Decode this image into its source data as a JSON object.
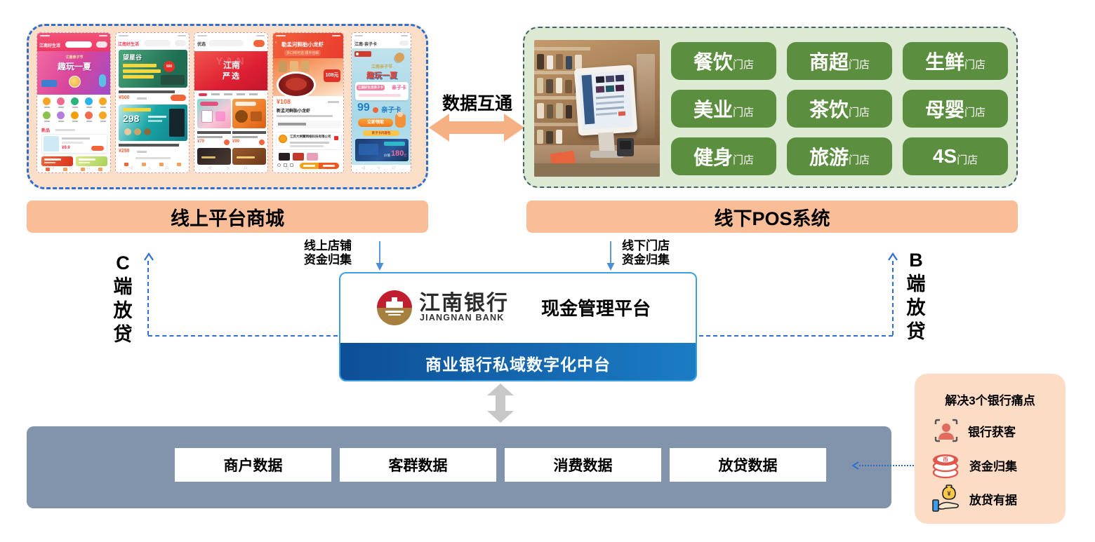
{
  "colors": {
    "peach_panel": "#fbdfc9",
    "peach_banner": "#f9be97",
    "green_panel": "#dcead3",
    "green_button": "#5b8e3e",
    "blue_dash": "#2e6fd0",
    "center_border": "#3ba0e0",
    "blue_bar_left": "#0d4f97",
    "blue_bar_right": "#1b7cc4",
    "gray_layer": "#8294ac",
    "orange_arrow": "#f5b183",
    "gray_arrow": "#c8c8c8",
    "pain_panel": "#fcdcc5"
  },
  "online": {
    "title": "线上平台商城",
    "phones": [
      {
        "app": "江南好生活",
        "hero_tag": "江南亲子节",
        "hero": "趣玩一夏",
        "section": "新品",
        "price": "¥9.9"
      },
      {
        "app": "江南好生活",
        "banner": "望星谷",
        "badge": "500",
        "price1": "¥500",
        "big": "298",
        "price2": "¥298"
      },
      {
        "tab": "优选",
        "hero1": "江南",
        "hero2": "严选",
        "price1": "¥79",
        "price2": "¥99"
      },
      {
        "title": "勒孟河鲜胎小龙虾",
        "sub": "多口味可选 顺丰包邮",
        "badge": "108元",
        "price": "¥108",
        "name": "新孟河鲜胎小龙虾",
        "company": "江苏大闸蟹网络科技有限公司"
      },
      {
        "nav": "江南·亲子卡",
        "tag": "江南亲子节",
        "hero": "趣玩一夏",
        "card": "江南好生活亲子卡",
        "price": "99",
        "name": "亲子卡",
        "cta": "立即领取",
        "pill": "亲子卡内容包",
        "value_pre": "价值",
        "value": "180",
        "value_suf": "元"
      }
    ]
  },
  "link": {
    "label": "数据互通"
  },
  "offline": {
    "title": "线下POS系统",
    "stores": [
      {
        "name": "餐饮",
        "suffix": "门店"
      },
      {
        "name": "商超",
        "suffix": "门店"
      },
      {
        "name": "生鲜",
        "suffix": "门店"
      },
      {
        "name": "美业",
        "suffix": "门店"
      },
      {
        "name": "茶饮",
        "suffix": "门店"
      },
      {
        "name": "母婴",
        "suffix": "门店"
      },
      {
        "name": "健身",
        "suffix": "门店"
      },
      {
        "name": "旅游",
        "suffix": "门店"
      },
      {
        "name": "4S",
        "suffix": "门店"
      }
    ]
  },
  "center": {
    "bank_cn": "江南银行",
    "bank_en": "JIANGNAN BANK",
    "product": "现金管理平台",
    "platform": "商业银行私域数字化中台"
  },
  "flows": {
    "online_collect_1": "线上店铺",
    "online_collect_2": "资金归集",
    "offline_collect_1": "线下门店",
    "offline_collect_2": "资金归集",
    "c_side": "C端放贷",
    "b_side": "B端放贷"
  },
  "data_layer": {
    "items": [
      "商户数据",
      "客群数据",
      "消费数据",
      "放贷数据"
    ]
  },
  "pain_points": {
    "title": "解决3个银行痛点",
    "items": [
      {
        "label": "银行获客"
      },
      {
        "label": "资金归集"
      },
      {
        "label": "放贷有据"
      }
    ]
  }
}
